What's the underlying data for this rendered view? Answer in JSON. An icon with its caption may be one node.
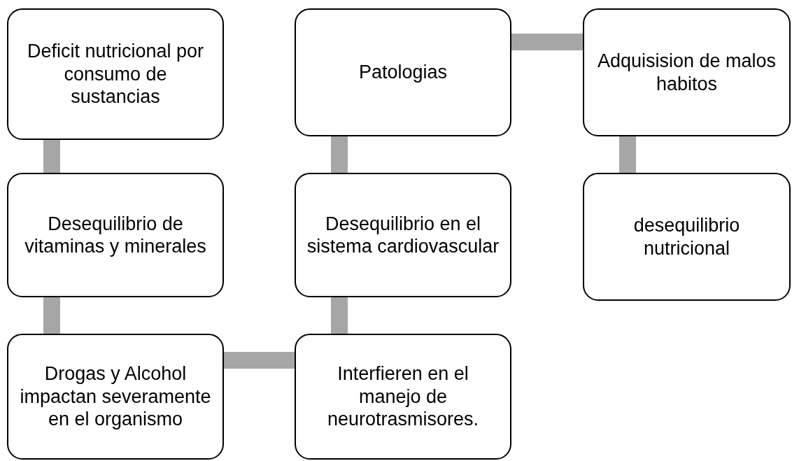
{
  "diagram": {
    "nodes": [
      {
        "text": [
          "Deficit nutricional por consumo de sustancias"
        ]
      },
      {
        "text": [
          "Desequilibrio de vitaminas y minerales"
        ]
      },
      {
        "text": [
          "Drogas y Alcohol impactan severamente en el organismo"
        ]
      },
      {
        "text": [
          "Patologias"
        ]
      },
      {
        "text": [
          "Desequilibrio en el sistema cardiovascular"
        ]
      },
      {
        "text": [
          "Interfieren en el manejo de neurotrasmisores."
        ]
      },
      {
        "text": [
          "Adquisision de malos habitos"
        ]
      },
      {
        "text": [
          "desequilibrio nutricional"
        ]
      }
    ],
    "edges": [
      {
        "from": 0,
        "to": 1,
        "arrow": "none"
      },
      {
        "from": 1,
        "to": 2,
        "arrow": "none"
      },
      {
        "from": 2,
        "to": 5,
        "arrow": "none"
      },
      {
        "from": 5,
        "to": 4,
        "arrow": "none"
      },
      {
        "from": 4,
        "to": 3,
        "arrow": "none"
      },
      {
        "from": 3,
        "to": 6,
        "arrow": "none"
      },
      {
        "from": 6,
        "to": 7,
        "arrow": "none"
      }
    ]
  }
}
